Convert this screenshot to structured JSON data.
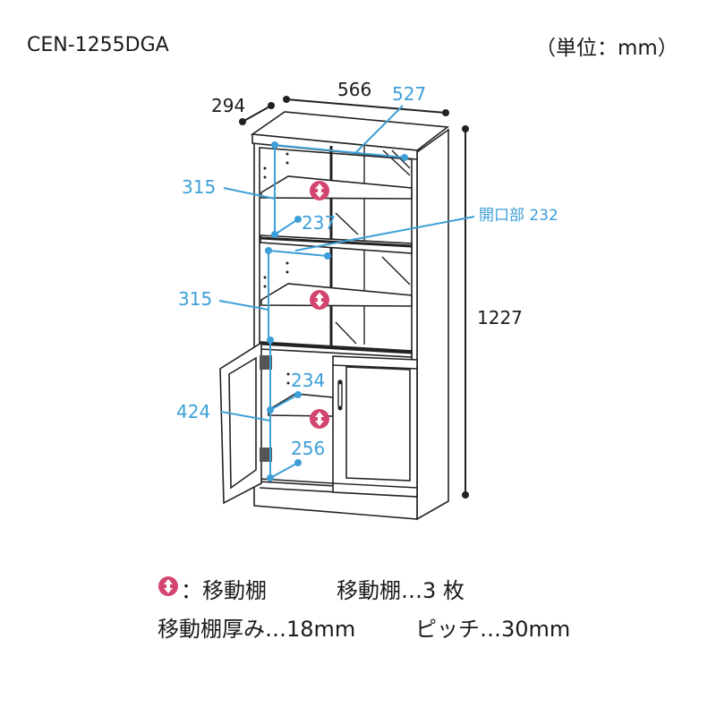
{
  "header": {
    "model": "CEN-1255DGA",
    "unit": "（単位：mm）"
  },
  "dimensions": {
    "depth": "294",
    "width": "566",
    "inner_width": "527",
    "height": "1227",
    "upper_shelf_height": "315",
    "middle_shelf_height": "315",
    "lower_cabinet_height": "424",
    "upper_depth": "237",
    "opening": "開口部 232",
    "lower_depth_top": "234",
    "lower_depth_bottom": "256"
  },
  "legend": {
    "movable_shelf_symbol_label": "：移動棚",
    "movable_shelf_count": "移動棚…3 枚",
    "shelf_thickness": "移動棚厚み…18mm",
    "pitch": "ピッチ…30mm"
  },
  "colors": {
    "dimension_blue": "#3d9fd8",
    "movable_marker_pink": "#d1456e"
  }
}
